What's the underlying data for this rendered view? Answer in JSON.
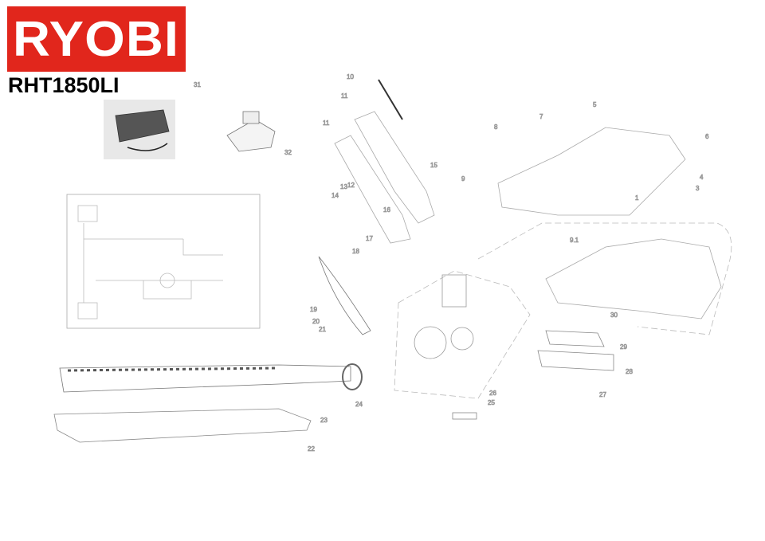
{
  "brand": {
    "logo_text": "RYOBI",
    "logo_color": "#e1261c"
  },
  "model": "RHT1850LI",
  "part_labels": [
    "1",
    "3",
    "4",
    "5",
    "6",
    "7",
    "8",
    "9",
    "9.1",
    "10",
    "11",
    "11",
    "12",
    "13",
    "14",
    "15",
    "16",
    "17",
    "18",
    "19",
    "20",
    "21",
    "22",
    "23",
    "24",
    "25",
    "26",
    "27",
    "28",
    "29",
    "30",
    "31",
    "32"
  ]
}
